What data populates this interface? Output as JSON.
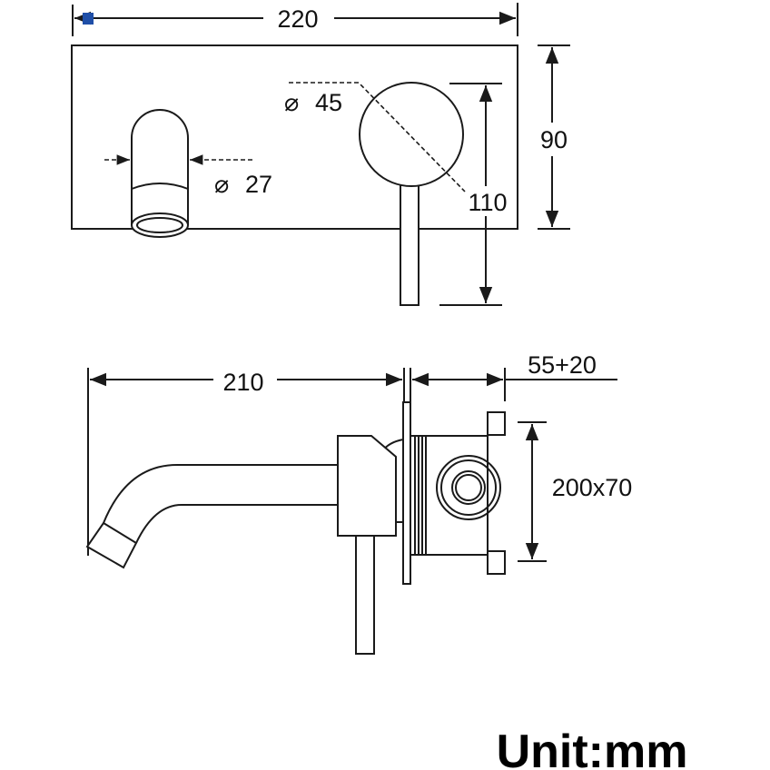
{
  "top_view": {
    "width_label": "220",
    "height_label": "90",
    "handle_diameter_label": "45",
    "spout_diameter_label": "27",
    "handle_height_label": "110",
    "diameter_symbol": "⌀"
  },
  "side_view": {
    "projection_label": "210",
    "body_depth_label": "55+20",
    "box_size_label": "200x70"
  },
  "unit_label": "Unit:mm",
  "colors": {
    "line": "#1a1a1a",
    "marker": "#1f4fa8"
  }
}
